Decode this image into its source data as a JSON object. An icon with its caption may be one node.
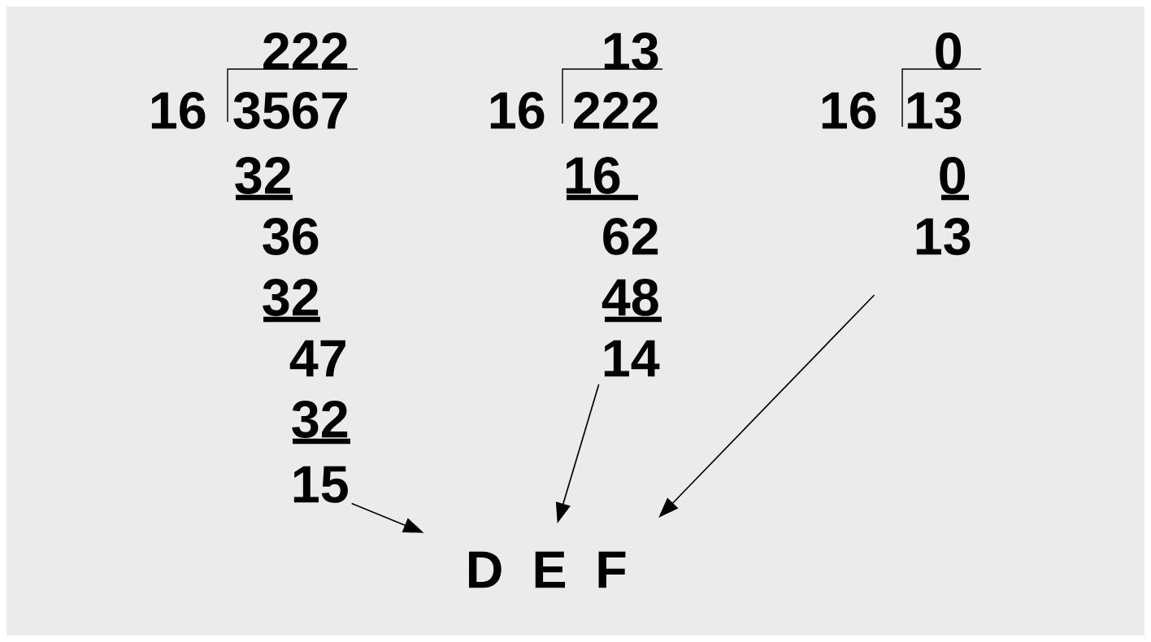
{
  "diagram": {
    "nodes": [
      {
        "text": [
          "13"
        ]
      },
      {
        "text": [
          "14"
        ]
      },
      {
        "text": [
          "15"
        ]
      },
      {
        "text": [
          "D"
        ]
      },
      {
        "text": [
          "E"
        ]
      },
      {
        "text": [
          "F"
        ]
      }
    ],
    "edges": [
      {
        "from": 2,
        "to": 3,
        "arrow": "to"
      },
      {
        "from": 1,
        "to": 4,
        "arrow": "to"
      },
      {
        "from": 0,
        "to": 5,
        "arrow": "to"
      }
    ],
    "labels": [
      "222",
      "13",
      "0",
      "16",
      "3567",
      "16",
      "222",
      "16",
      "13",
      "32",
      "16",
      "0",
      "36",
      "62",
      "32",
      "48",
      "47",
      "32"
    ]
  }
}
